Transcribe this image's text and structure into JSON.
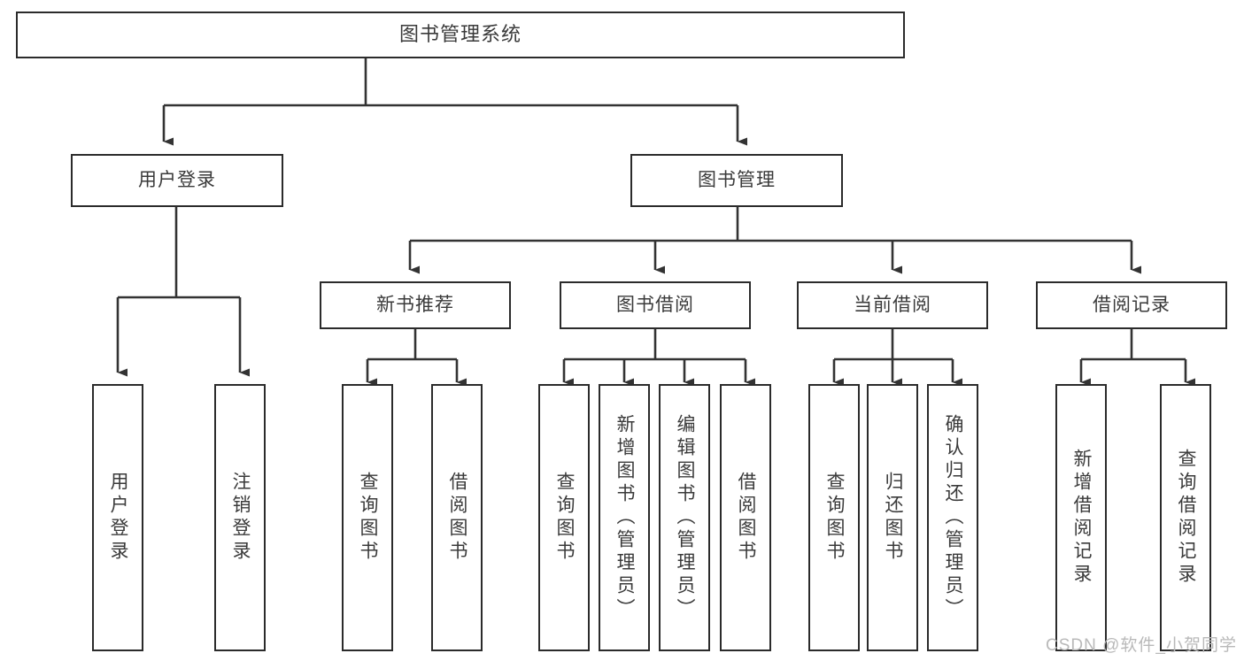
{
  "diagram": {
    "type": "tree",
    "title": "图书管理系统",
    "watermark": "CSDN @软件_小贺同学",
    "colors": {
      "box_border": "#2b2b2b",
      "box_fill": "#ffffff",
      "connector": "#333333",
      "text": "#3a3a3a",
      "watermark": "#b9b9b9",
      "background": "#ffffff"
    },
    "root": {
      "label": "图书管理系统"
    },
    "level1": [
      {
        "label": "用户登录"
      },
      {
        "label": "图书管理"
      }
    ],
    "level2": [
      {
        "label": "新书推荐"
      },
      {
        "label": "图书借阅"
      },
      {
        "label": "当前借阅"
      },
      {
        "label": "借阅记录"
      }
    ],
    "leaves": {
      "user_login": [
        {
          "label": "用户登录"
        },
        {
          "label": "注销登录"
        }
      ],
      "new_book_recommend": [
        {
          "label": "查询图书"
        },
        {
          "label": "借阅图书"
        }
      ],
      "book_borrow": [
        {
          "label": "查询图书"
        },
        {
          "label": "新增图书（管理员）"
        },
        {
          "label": "编辑图书（管理员）"
        },
        {
          "label": "借阅图书"
        }
      ],
      "current_borrow": [
        {
          "label": "查询图书"
        },
        {
          "label": "归还图书"
        },
        {
          "label": "确认归还（管理员）"
        }
      ],
      "borrow_record": [
        {
          "label": "新增借阅记录"
        },
        {
          "label": "查询借阅记录"
        }
      ]
    }
  }
}
